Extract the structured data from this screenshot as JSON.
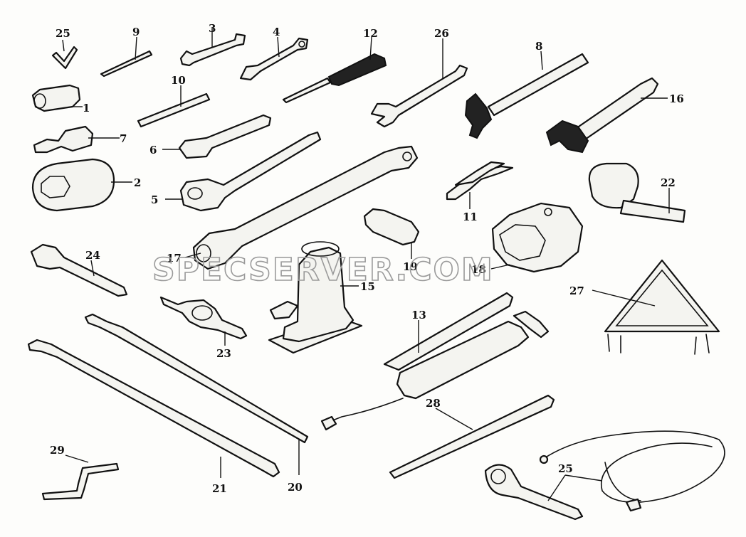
{
  "watermark": "SPECSERVER.COM",
  "labels": {
    "p1": "1",
    "p2": "2",
    "p3": "3",
    "p4": "4",
    "p5": "5",
    "p6": "6",
    "p7": "7",
    "p8": "8",
    "p9": "9",
    "p10": "10",
    "p11": "11",
    "p12": "12",
    "p13": "13",
    "p15": "15",
    "p16": "16",
    "p17": "17",
    "p18": "18",
    "p19": "19",
    "p20": "20",
    "p21": "21",
    "p22": "22",
    "p23": "23",
    "p24": "24",
    "p25a": "25",
    "p25b": "25",
    "p26": "26",
    "p27": "27",
    "p28": "28",
    "p29": "29"
  }
}
